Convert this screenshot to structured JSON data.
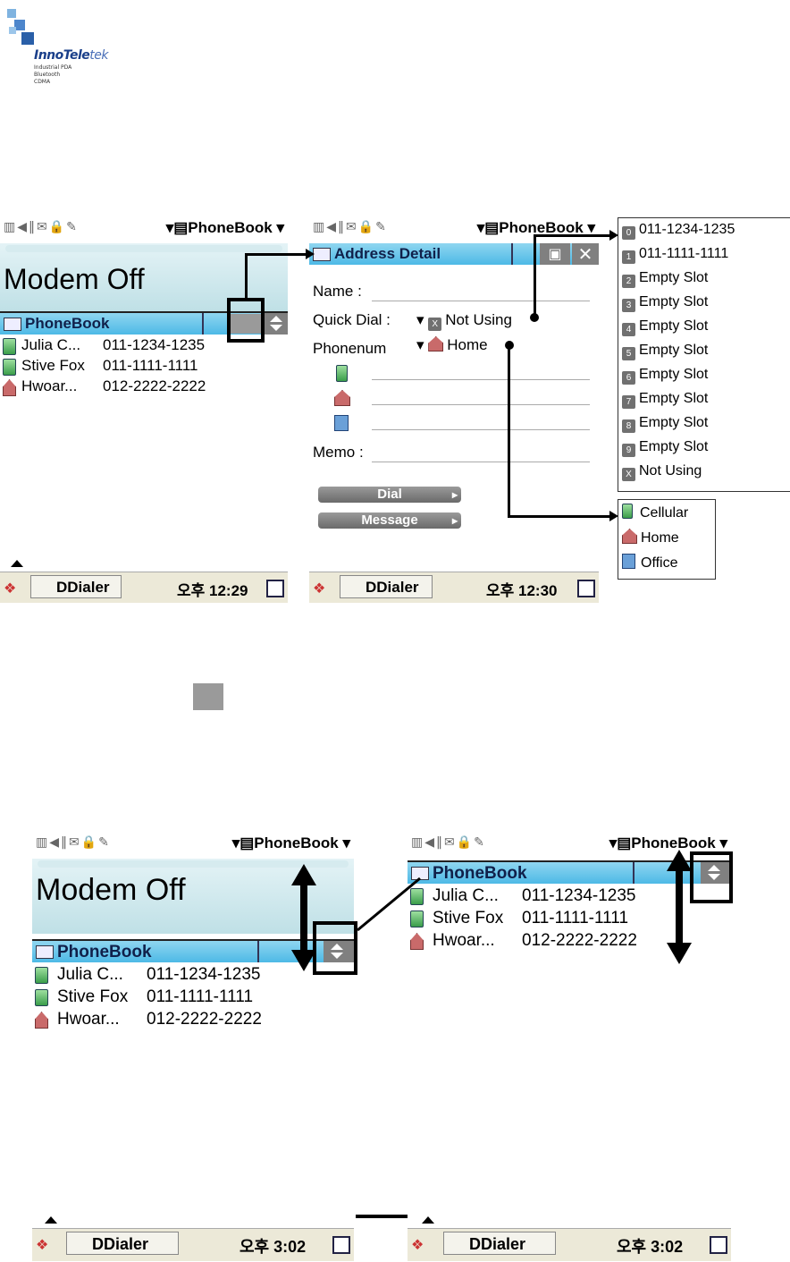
{
  "logo": {
    "brand_main": "InnoTele",
    "brand_suffix": "tek",
    "sub1": "Industrial PDA",
    "sub2": "Bluetooth",
    "sub3": "CDMA"
  },
  "phonebook": {
    "statusbar_title": "▾▤PhoneBook ▾",
    "modem_status": "Modem Off",
    "list_title": "PhoneBook",
    "contacts": [
      {
        "name": "Julia C...",
        "number": "011-1234-1235",
        "icon": "cellular-icon"
      },
      {
        "name": "Stive Fox",
        "number": "011-1111-1111",
        "icon": "cellular-icon"
      },
      {
        "name": "Hwoar...",
        "number": "012-2222-2222",
        "icon": "home-icon"
      }
    ]
  },
  "taskbar": {
    "app_label": "DDialer",
    "clock_1": "오후 12:29",
    "clock_2": "오후 12:30",
    "clock_3": "오후 3:02"
  },
  "detail": {
    "title": "Address Detail",
    "name_label": "Name :",
    "quickdial_label": "Quick Dial :",
    "quickdial_value": "Not Using",
    "phonenum_label": "Phonenum",
    "phonenum_value": "Home",
    "memo_label": "Memo :",
    "dial_button": "Dial",
    "message_button": "Message"
  },
  "quickdial_menu": [
    {
      "badge": "0",
      "label": "011-1234-1235"
    },
    {
      "badge": "1",
      "label": "011-1111-1111"
    },
    {
      "badge": "2",
      "label": "Empty Slot"
    },
    {
      "badge": "3",
      "label": "Empty Slot"
    },
    {
      "badge": "4",
      "label": "Empty Slot"
    },
    {
      "badge": "5",
      "label": "Empty Slot"
    },
    {
      "badge": "6",
      "label": "Empty Slot"
    },
    {
      "badge": "7",
      "label": "Empty Slot"
    },
    {
      "badge": "8",
      "label": "Empty Slot"
    },
    {
      "badge": "9",
      "label": "Empty Slot"
    },
    {
      "badge": "X",
      "label": "Not Using"
    }
  ],
  "phonetype_menu": [
    {
      "icon": "cellular-icon",
      "label": "Cellular"
    },
    {
      "icon": "home-icon",
      "label": "Home"
    },
    {
      "icon": "office-icon",
      "label": "Office"
    }
  ]
}
